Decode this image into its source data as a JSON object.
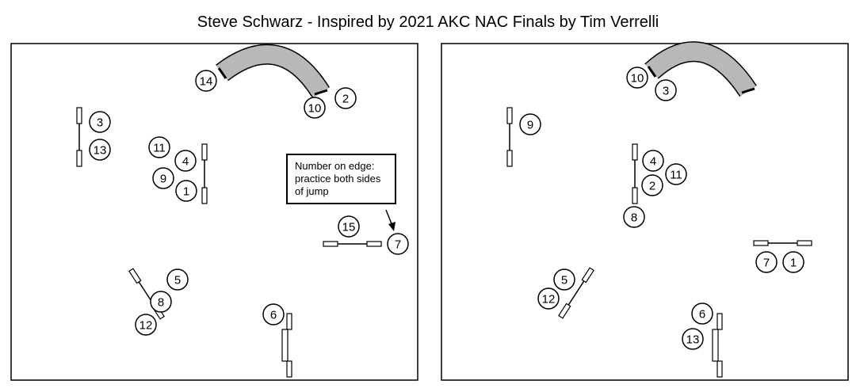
{
  "title": "Steve Schwarz - Inspired by 2021 AKC NAC Finals by Tim Verrelli",
  "note": {
    "lines": [
      "Number on edge:",
      "practice both sides",
      "of jump"
    ]
  },
  "left_course": {
    "numbers": [
      "14",
      "10",
      "2",
      "3",
      "13",
      "11",
      "4",
      "9",
      "1",
      "15",
      "7",
      "5",
      "8",
      "12",
      "6"
    ]
  },
  "right_course": {
    "numbers": [
      "10",
      "3",
      "9",
      "4",
      "11",
      "2",
      "8",
      "7",
      "1",
      "5",
      "12",
      "6",
      "13"
    ]
  },
  "colors": {
    "tunnel_fill": "#b8b8b8",
    "outline": "#000000",
    "background": "#ffffff"
  },
  "icons": [
    "jump-bar",
    "tunnel",
    "tire-frame",
    "arrow"
  ]
}
